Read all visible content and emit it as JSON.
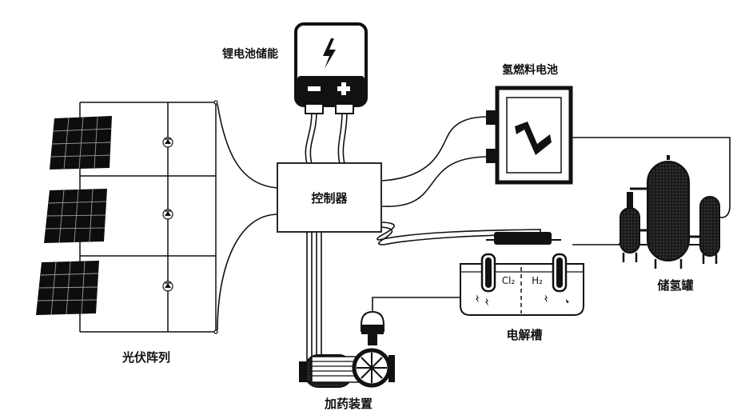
{
  "labels": {
    "lithium": "锂电池储能",
    "fuel_cell": "氢燃料电池",
    "controller": "控制器",
    "storage_tank": "储氢罐",
    "pv_array": "光伏阵列",
    "electrolyzer": "电解槽",
    "dosing": "加药装置",
    "cl2": "Cl₂",
    "h2": "H₂"
  },
  "colors": {
    "stroke": "#111111",
    "panel": "#0d0d0d",
    "panel_grid": "#9a9a9a",
    "tank": "#1a1a1a"
  },
  "icons": {
    "battery": "lightning-icon",
    "fuel_cell": "lightning-icon",
    "pump": "fan-icon"
  }
}
